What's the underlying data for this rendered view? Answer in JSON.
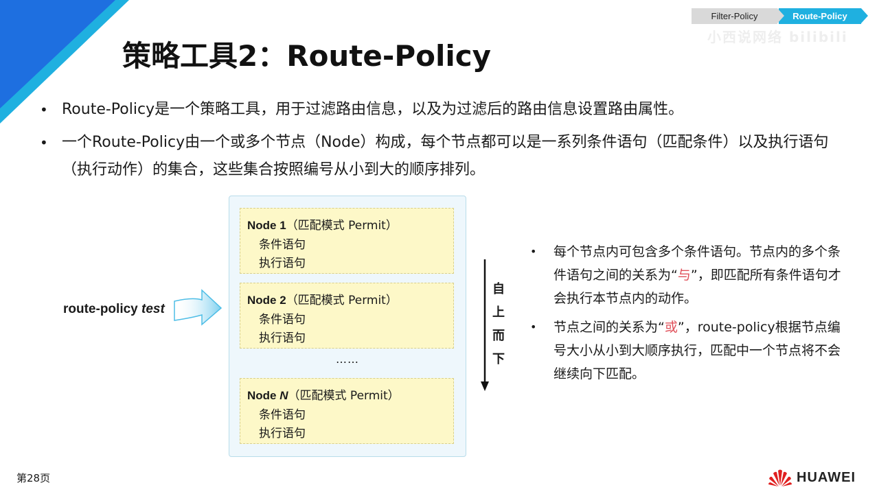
{
  "header": {
    "title": "策略工具2：Route-Policy",
    "breadcrumbs": [
      {
        "label": "Filter-Policy",
        "active": false
      },
      {
        "label": "Route-Policy",
        "active": true
      }
    ],
    "watermark": "小西说网络 bilibili"
  },
  "bullets": [
    "Route-Policy是一个策略工具，用于过滤路由信息，以及为过滤后的路由信息设置路由属性。",
    "一个Route-Policy由一个或多个节点（Node）构成，每个节点都可以是一系列条件语句（匹配条件）以及执行语句（执行动作）的集合，这些集合按照编号从小到大的顺序排列。"
  ],
  "diagram": {
    "policy_label_prefix": "route-policy ",
    "policy_label_name": "test",
    "nodes": [
      {
        "name": "Node 1",
        "mode": "（匹配模式 Permit）",
        "condition": "条件语句",
        "action": "执行语句"
      },
      {
        "name": "Node 2",
        "mode": "（匹配模式 Permit）",
        "condition": "条件语句",
        "action": "执行语句"
      },
      {
        "name_prefix": "Node ",
        "name_var": "N",
        "mode": "（匹配模式 Permit）",
        "condition": "条件语句",
        "action": "执行语句"
      }
    ],
    "ellipsis": "……",
    "direction_chars": [
      "自",
      "上",
      "而",
      "下"
    ]
  },
  "notes": [
    {
      "before": "每个节点内可包含多个条件语句。节点内的多个条件语句之间的关系为“",
      "highlight": "与",
      "after": "”，即匹配所有条件语句才会执行本节点内的动作。"
    },
    {
      "before": "节点之间的关系为“",
      "highlight": "或",
      "after": "”，route-policy根据节点编号大小从小到大顺序执行，匹配中一个节点将不会继续向下匹配。"
    }
  ],
  "footer": {
    "page": "第28页",
    "brand": "HUAWEI"
  },
  "colors": {
    "accent_blue": "#1fb0e0",
    "corner_blue": "#1e6fe0",
    "highlight_red": "#e0505a",
    "node_fill": "#fdf8c8",
    "brand_red": "#e02020"
  }
}
